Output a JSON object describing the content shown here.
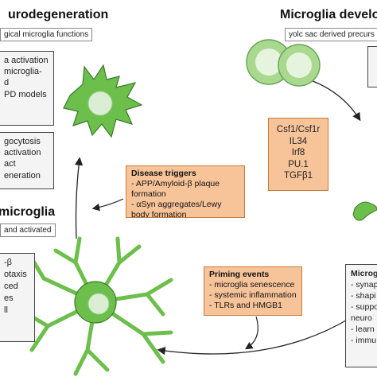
{
  "neurodegeneration": {
    "title": "urodegeneration",
    "subtitle": "gical microglia functions",
    "lines_top": [
      "a activation",
      "microglia-",
      "d",
      "PD models"
    ],
    "lines_bottom": [
      "gocytosis",
      "activation",
      "act",
      "eneration"
    ]
  },
  "development": {
    "title": "Microglia develo",
    "subtitle": "yolc sac derived precurs",
    "factors": [
      "Csf1/Csf1r",
      "IL34",
      "Irf8",
      "PU.1",
      "TGFβ1"
    ]
  },
  "disease_triggers": {
    "heading": "Disease triggers",
    "items": [
      "- APP/Amyloid-β plaque formation",
      "- αSyn aggregates/Lewy body formation"
    ]
  },
  "primed": {
    "title": "microglia",
    "subtitle": "and activated",
    "lines": [
      "-β",
      "otaxis",
      "",
      "ced",
      "es",
      "ll"
    ]
  },
  "priming_events": {
    "heading": "Priming events",
    "items": [
      "- microglia senescence",
      "- systemic inflammation",
      "- TLRs and HMGB1"
    ]
  },
  "functions": {
    "heading": "Microg",
    "items": [
      "- synap",
      "- shapi",
      "- suppo",
      "neuro",
      "- learn",
      "- immu"
    ]
  },
  "colors": {
    "cell_green": "#6dbf4b",
    "cell_outline": "#3a7a2a",
    "nucleus": "#d9eed2",
    "box_orange": "#f7c49a"
  }
}
